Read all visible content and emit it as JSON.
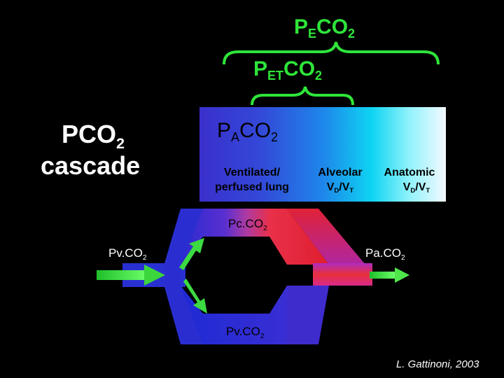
{
  "title": {
    "line1_prefix": "PCO",
    "line1_sub": "2",
    "line2": "cascade"
  },
  "pe_co2": {
    "p": "P",
    "sub": "E",
    "rest": "CO",
    "rest_sub": "2"
  },
  "pet_co2": {
    "p": "P",
    "sub": "ET",
    "rest": "CO",
    "rest_sub": "2"
  },
  "pa_co2_alv": {
    "p": "P",
    "sub": "A",
    "rest": "CO",
    "rest_sub": "2"
  },
  "zones": {
    "ventilated_line1": "Ventilated/",
    "ventilated_line2": "perfused lung",
    "alveolar_line1": "Alveolar",
    "alveolar_vd": "V",
    "alveolar_vd_sub": "D",
    "alveolar_slash": "/V",
    "alveolar_vt_sub": "T",
    "anatomic_line1": "Anatomic",
    "anatomic_vd": "V",
    "anatomic_vd_sub": "D",
    "anatomic_slash": "/V",
    "anatomic_vt_sub": "T"
  },
  "blood": {
    "pc_co2": "Pc.CO",
    "pc_co2_sub": "2",
    "pv_co2_left": "Pv.CO",
    "pv_co2_left_sub": "2",
    "pa_co2_art": "Pa.CO",
    "pa_co2_art_sub": "2",
    "pv_co2_bottom": "Pv.CO",
    "pv_co2_bottom_sub": "2"
  },
  "citation": "L. Gattinoni, 2003",
  "colors": {
    "green": "#2ee53a",
    "venous_blue": "#2a2ad8",
    "arterial_red": "#e02030",
    "alveolar_gradient_start": "#3b2fc9",
    "alveolar_gradient_end": "#f2f8ff"
  }
}
